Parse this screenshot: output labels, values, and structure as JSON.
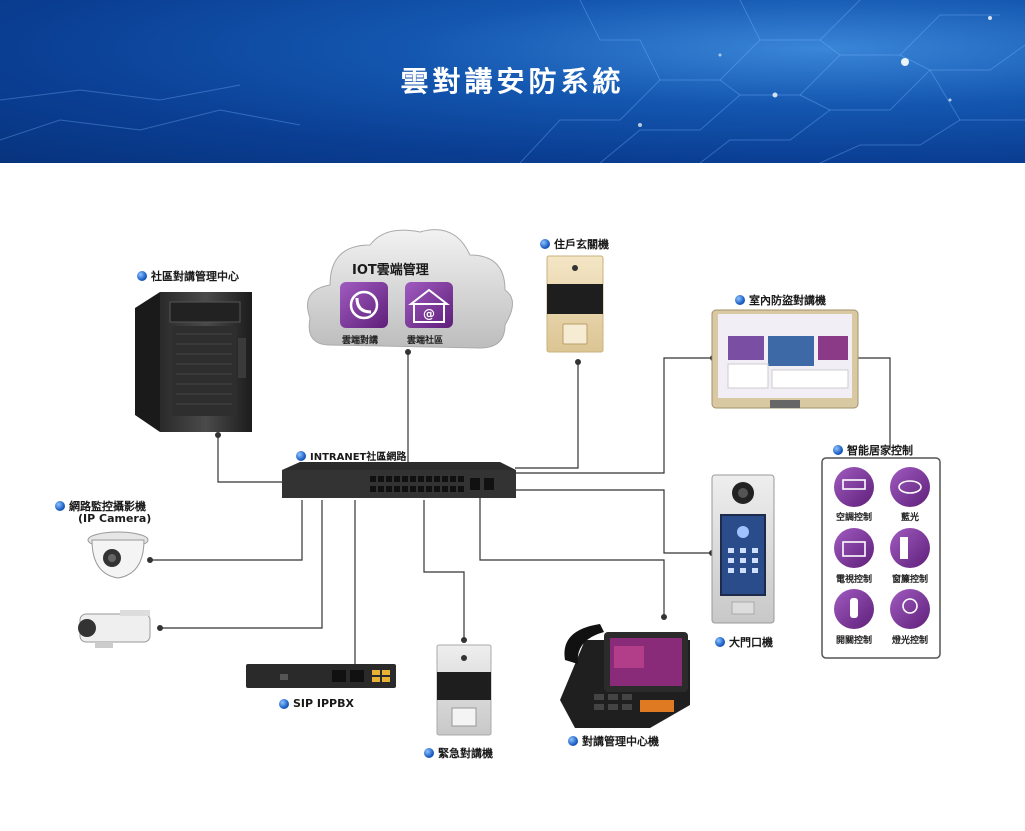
{
  "banner": {
    "title": "雲對講安防系統"
  },
  "labels": {
    "management_center": "社區對講管理中心",
    "cloud_title": "IOT雲端管理",
    "cloud_intercom": "雲端對講",
    "cloud_community": "雲端社區",
    "door_unit": "住戶玄關機",
    "indoor_monitor": "室內防盜對講機",
    "intranet": "INTRANET社區網路",
    "ip_camera": "網路監控攝影機",
    "ip_camera_sub": "(IP Camera)",
    "smart_home": "智能居家控制",
    "main_gate": "大門口機",
    "sip_ippbx": "SIP IPPBX",
    "emergency": "緊急對講機",
    "console": "對講管理中心機"
  },
  "smart_home_tiles": [
    "空調控制",
    "藍光",
    "電視控制",
    "窗簾控制",
    "開關控制",
    "燈光控制"
  ],
  "colors": {
    "banner_dark": "#07337d",
    "banner_light": "#3a86d8",
    "tile_purple": "#7a2d8f",
    "line": "#333333",
    "label_dot": "#1c5fc4"
  }
}
